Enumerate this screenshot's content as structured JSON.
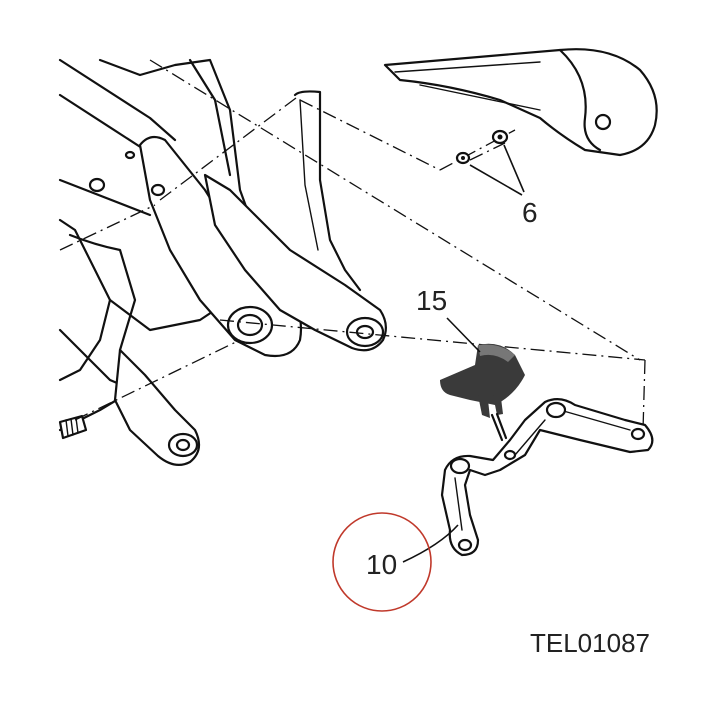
{
  "callouts": {
    "c6": "6",
    "c15": "15",
    "c10": "10"
  },
  "figure_code": "TEL01087",
  "colors": {
    "line": "#111111",
    "highlight_circle": "#c0392b",
    "part_shade": "#3a3a3a"
  }
}
